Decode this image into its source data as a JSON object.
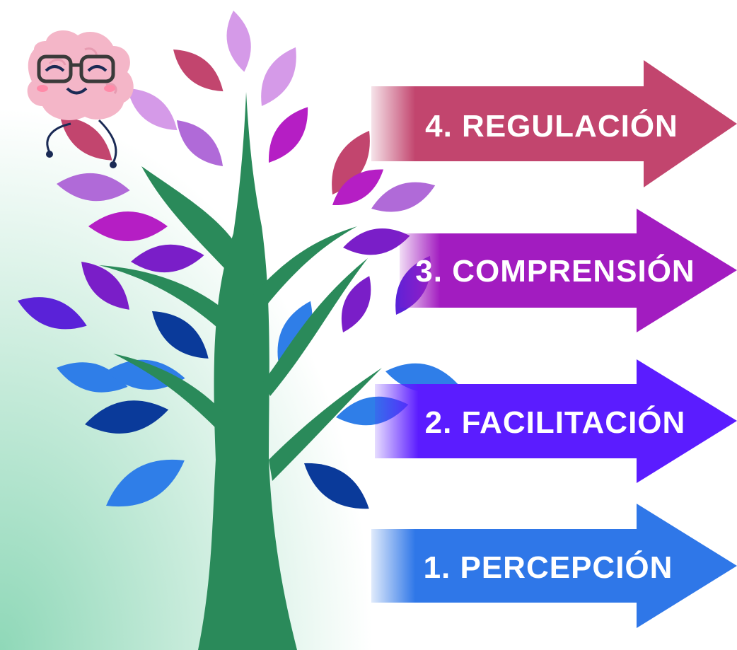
{
  "arrows": [
    {
      "label": "4. REGULACIÓN",
      "color": "#c2456e"
    },
    {
      "label": "3. COMPRENSIÓN",
      "color": "#a21cc0"
    },
    {
      "label": "2. FACILITACIÓN",
      "color": "#5b1cff"
    },
    {
      "label": "1. PERCEPCIÓN",
      "color": "#2f77e8"
    }
  ],
  "colors": {
    "trunk": "#2a8a5a",
    "leaf_palette": [
      "#d59ae8",
      "#c2456e",
      "#b06ad8",
      "#b51ec4",
      "#7a1ec8",
      "#5a22d8",
      "#0a3a9a",
      "#2f7ee8"
    ],
    "background_glow": "#9edcc0"
  },
  "mascot": {
    "icon": "brain-with-glasses-icon",
    "color": "#f4b6c8"
  }
}
